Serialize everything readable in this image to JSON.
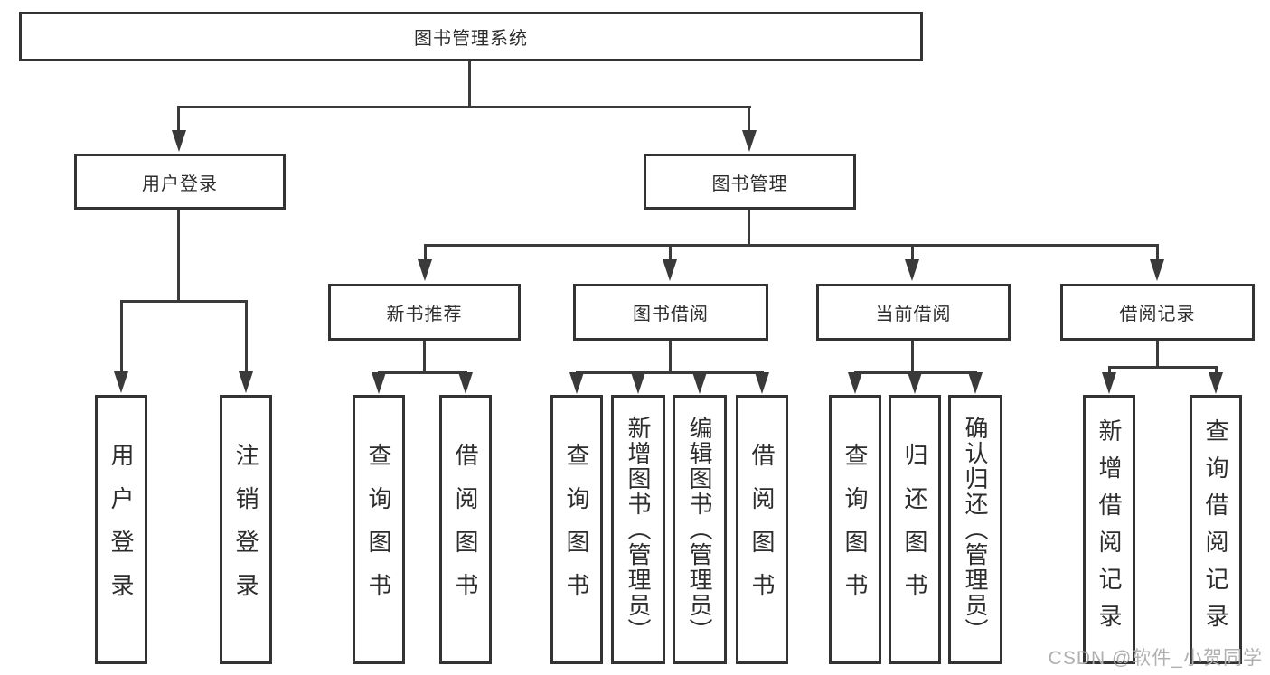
{
  "diagram": {
    "root_label": "图书管理系统",
    "level2": [
      "用户登录",
      "图书管理"
    ],
    "level3": [
      "新书推荐",
      "图书借阅",
      "当前借阅",
      "借阅记录"
    ],
    "leaves": {
      "user_login": [
        "用户登录",
        "注销登录"
      ],
      "new_book_rec": [
        "查询图书",
        "借阅图书"
      ],
      "book_borrow": [
        "查询图书",
        "新增图书（管理员）",
        "编辑图书（管理员）",
        "借阅图书"
      ],
      "current_borrow": [
        "查询图书",
        "归还图书",
        "确认归还（管理员）"
      ],
      "borrow_records": [
        "新增借阅记录",
        "查询借阅记录"
      ]
    }
  },
  "watermark": "CSDN @软件_小贺同学",
  "colors": {
    "line": "#3a3a3a",
    "box_border": "#333333",
    "text": "#2d2d2d",
    "watermark": "#b0b0b0",
    "background": "#ffffff"
  }
}
